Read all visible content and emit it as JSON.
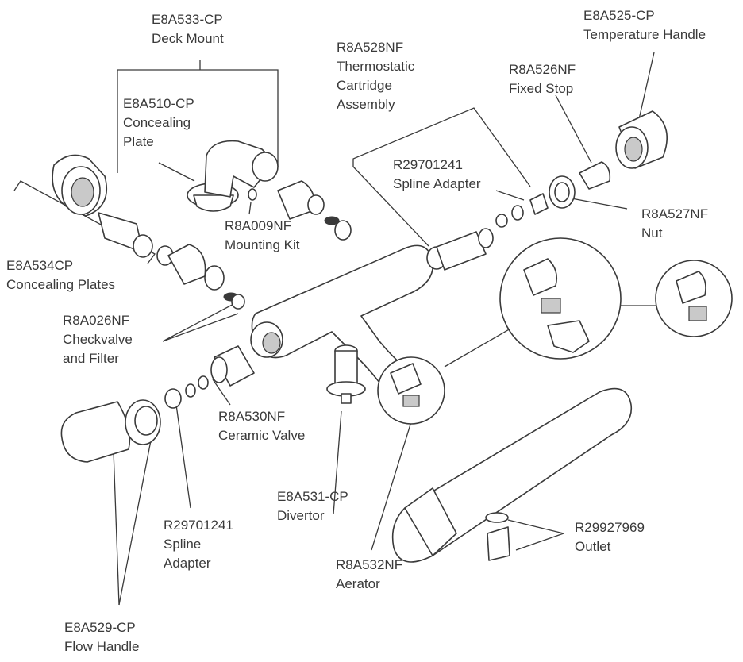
{
  "callouts": [
    {
      "part_no": "E8A533-CP",
      "name": "Deck Mount"
    },
    {
      "part_no": "E8A525-CP",
      "name": "Temperature Handle"
    },
    {
      "part_no": "R8A528NF",
      "name": "Thermostatic Cartridge Assembly"
    },
    {
      "part_no": "R8A526NF",
      "name": "Fixed Stop"
    },
    {
      "part_no": "E8A510-CP",
      "name": "Concealing Plate"
    },
    {
      "part_no": "R29701241",
      "name": "Spline Adapter"
    },
    {
      "part_no": "R8A527NF",
      "name": "Nut"
    },
    {
      "part_no": "R8A009NF",
      "name": "Mounting Kit"
    },
    {
      "part_no": "E8A534CP",
      "name": "Concealing Plates"
    },
    {
      "part_no": "R8A026NF",
      "name": "Checkvalve and Filter"
    },
    {
      "part_no": "R8A530NF",
      "name": "Ceramic Valve"
    },
    {
      "part_no": "E8A531-CP",
      "name": "Divertor"
    },
    {
      "part_no": "R29927969",
      "name": "Outlet"
    },
    {
      "part_no": "R29701241",
      "name": "Spline Adapter"
    },
    {
      "part_no": "R8A532NF",
      "name": "Aerator"
    },
    {
      "part_no": "E8A529-CP",
      "name": "Flow Handle"
    }
  ]
}
